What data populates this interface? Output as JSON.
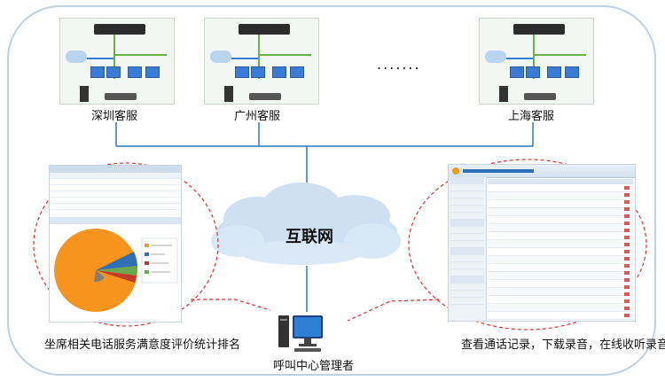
{
  "sites": [
    {
      "label": "深圳客服"
    },
    {
      "label": "广州客服"
    },
    {
      "label": "上海客服"
    }
  ],
  "ellipsis": ".......",
  "network": {
    "label": "互联网"
  },
  "manager": {
    "label": "呼叫中心管理者"
  },
  "left_panel": {
    "caption": "坐席相关电话服务满意度评价统计排名"
  },
  "right_panel": {
    "caption": "查看通话记录，下载录音，在线收听录音"
  },
  "colors": {
    "frame": "#bcd2e2",
    "cloud": "#cfe0f2",
    "dashed": "#e0302a",
    "pie_main": "#f7941d",
    "pie_blue": "#2f6fb5",
    "pie_green": "#6aa84f",
    "pie_red": "#c0392b"
  }
}
